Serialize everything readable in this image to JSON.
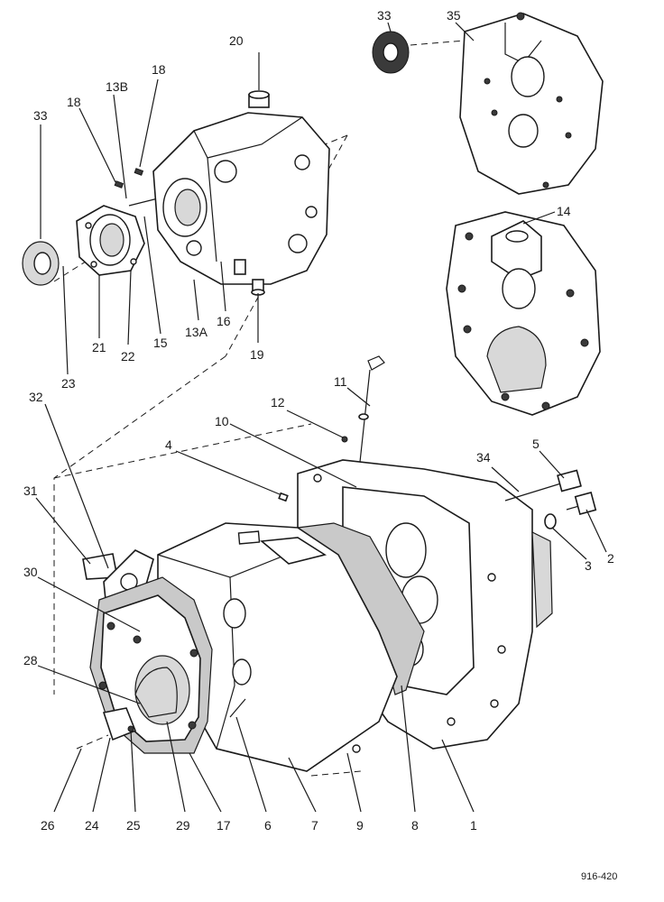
{
  "diagram": {
    "reference_code": "916-420",
    "callouts": [
      {
        "id": "c1",
        "text": "1"
      },
      {
        "id": "c2",
        "text": "2"
      },
      {
        "id": "c3",
        "text": "3"
      },
      {
        "id": "c4",
        "text": "4"
      },
      {
        "id": "c5",
        "text": "5"
      },
      {
        "id": "c6",
        "text": "6"
      },
      {
        "id": "c7",
        "text": "7"
      },
      {
        "id": "c8",
        "text": "8"
      },
      {
        "id": "c9",
        "text": "9"
      },
      {
        "id": "c10",
        "text": "10"
      },
      {
        "id": "c11",
        "text": "11"
      },
      {
        "id": "c12",
        "text": "12"
      },
      {
        "id": "c13a",
        "text": "13A"
      },
      {
        "id": "c13b",
        "text": "13B"
      },
      {
        "id": "c14",
        "text": "14"
      },
      {
        "id": "c15",
        "text": "15"
      },
      {
        "id": "c16",
        "text": "16"
      },
      {
        "id": "c17",
        "text": "17"
      },
      {
        "id": "c18a",
        "text": "18"
      },
      {
        "id": "c18b",
        "text": "18"
      },
      {
        "id": "c19",
        "text": "19"
      },
      {
        "id": "c20",
        "text": "20"
      },
      {
        "id": "c21",
        "text": "21"
      },
      {
        "id": "c22",
        "text": "22"
      },
      {
        "id": "c23",
        "text": "23"
      },
      {
        "id": "c24",
        "text": "24"
      },
      {
        "id": "c25",
        "text": "25"
      },
      {
        "id": "c26",
        "text": "26"
      },
      {
        "id": "c28",
        "text": "28"
      },
      {
        "id": "c29",
        "text": "29"
      },
      {
        "id": "c30",
        "text": "30"
      },
      {
        "id": "c31",
        "text": "31"
      },
      {
        "id": "c32",
        "text": "32"
      },
      {
        "id": "c33a",
        "text": "33"
      },
      {
        "id": "c33b",
        "text": "33"
      },
      {
        "id": "c34",
        "text": "34"
      },
      {
        "id": "c35",
        "text": "35"
      }
    ]
  }
}
